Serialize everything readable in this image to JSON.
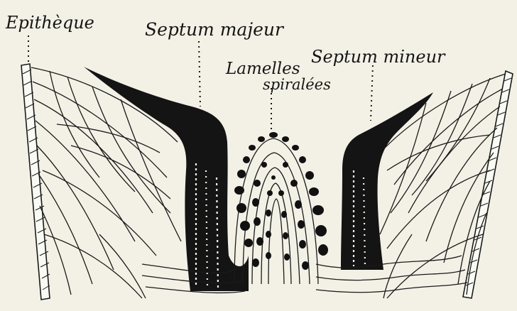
{
  "labels": {
    "epitheque": "Epithèque",
    "septum_majeur": "Septum majeur",
    "lamelles_line1": "Lamelles",
    "lamelles_line2": "spiralées",
    "septum_mineur": "Septum mineur"
  }
}
